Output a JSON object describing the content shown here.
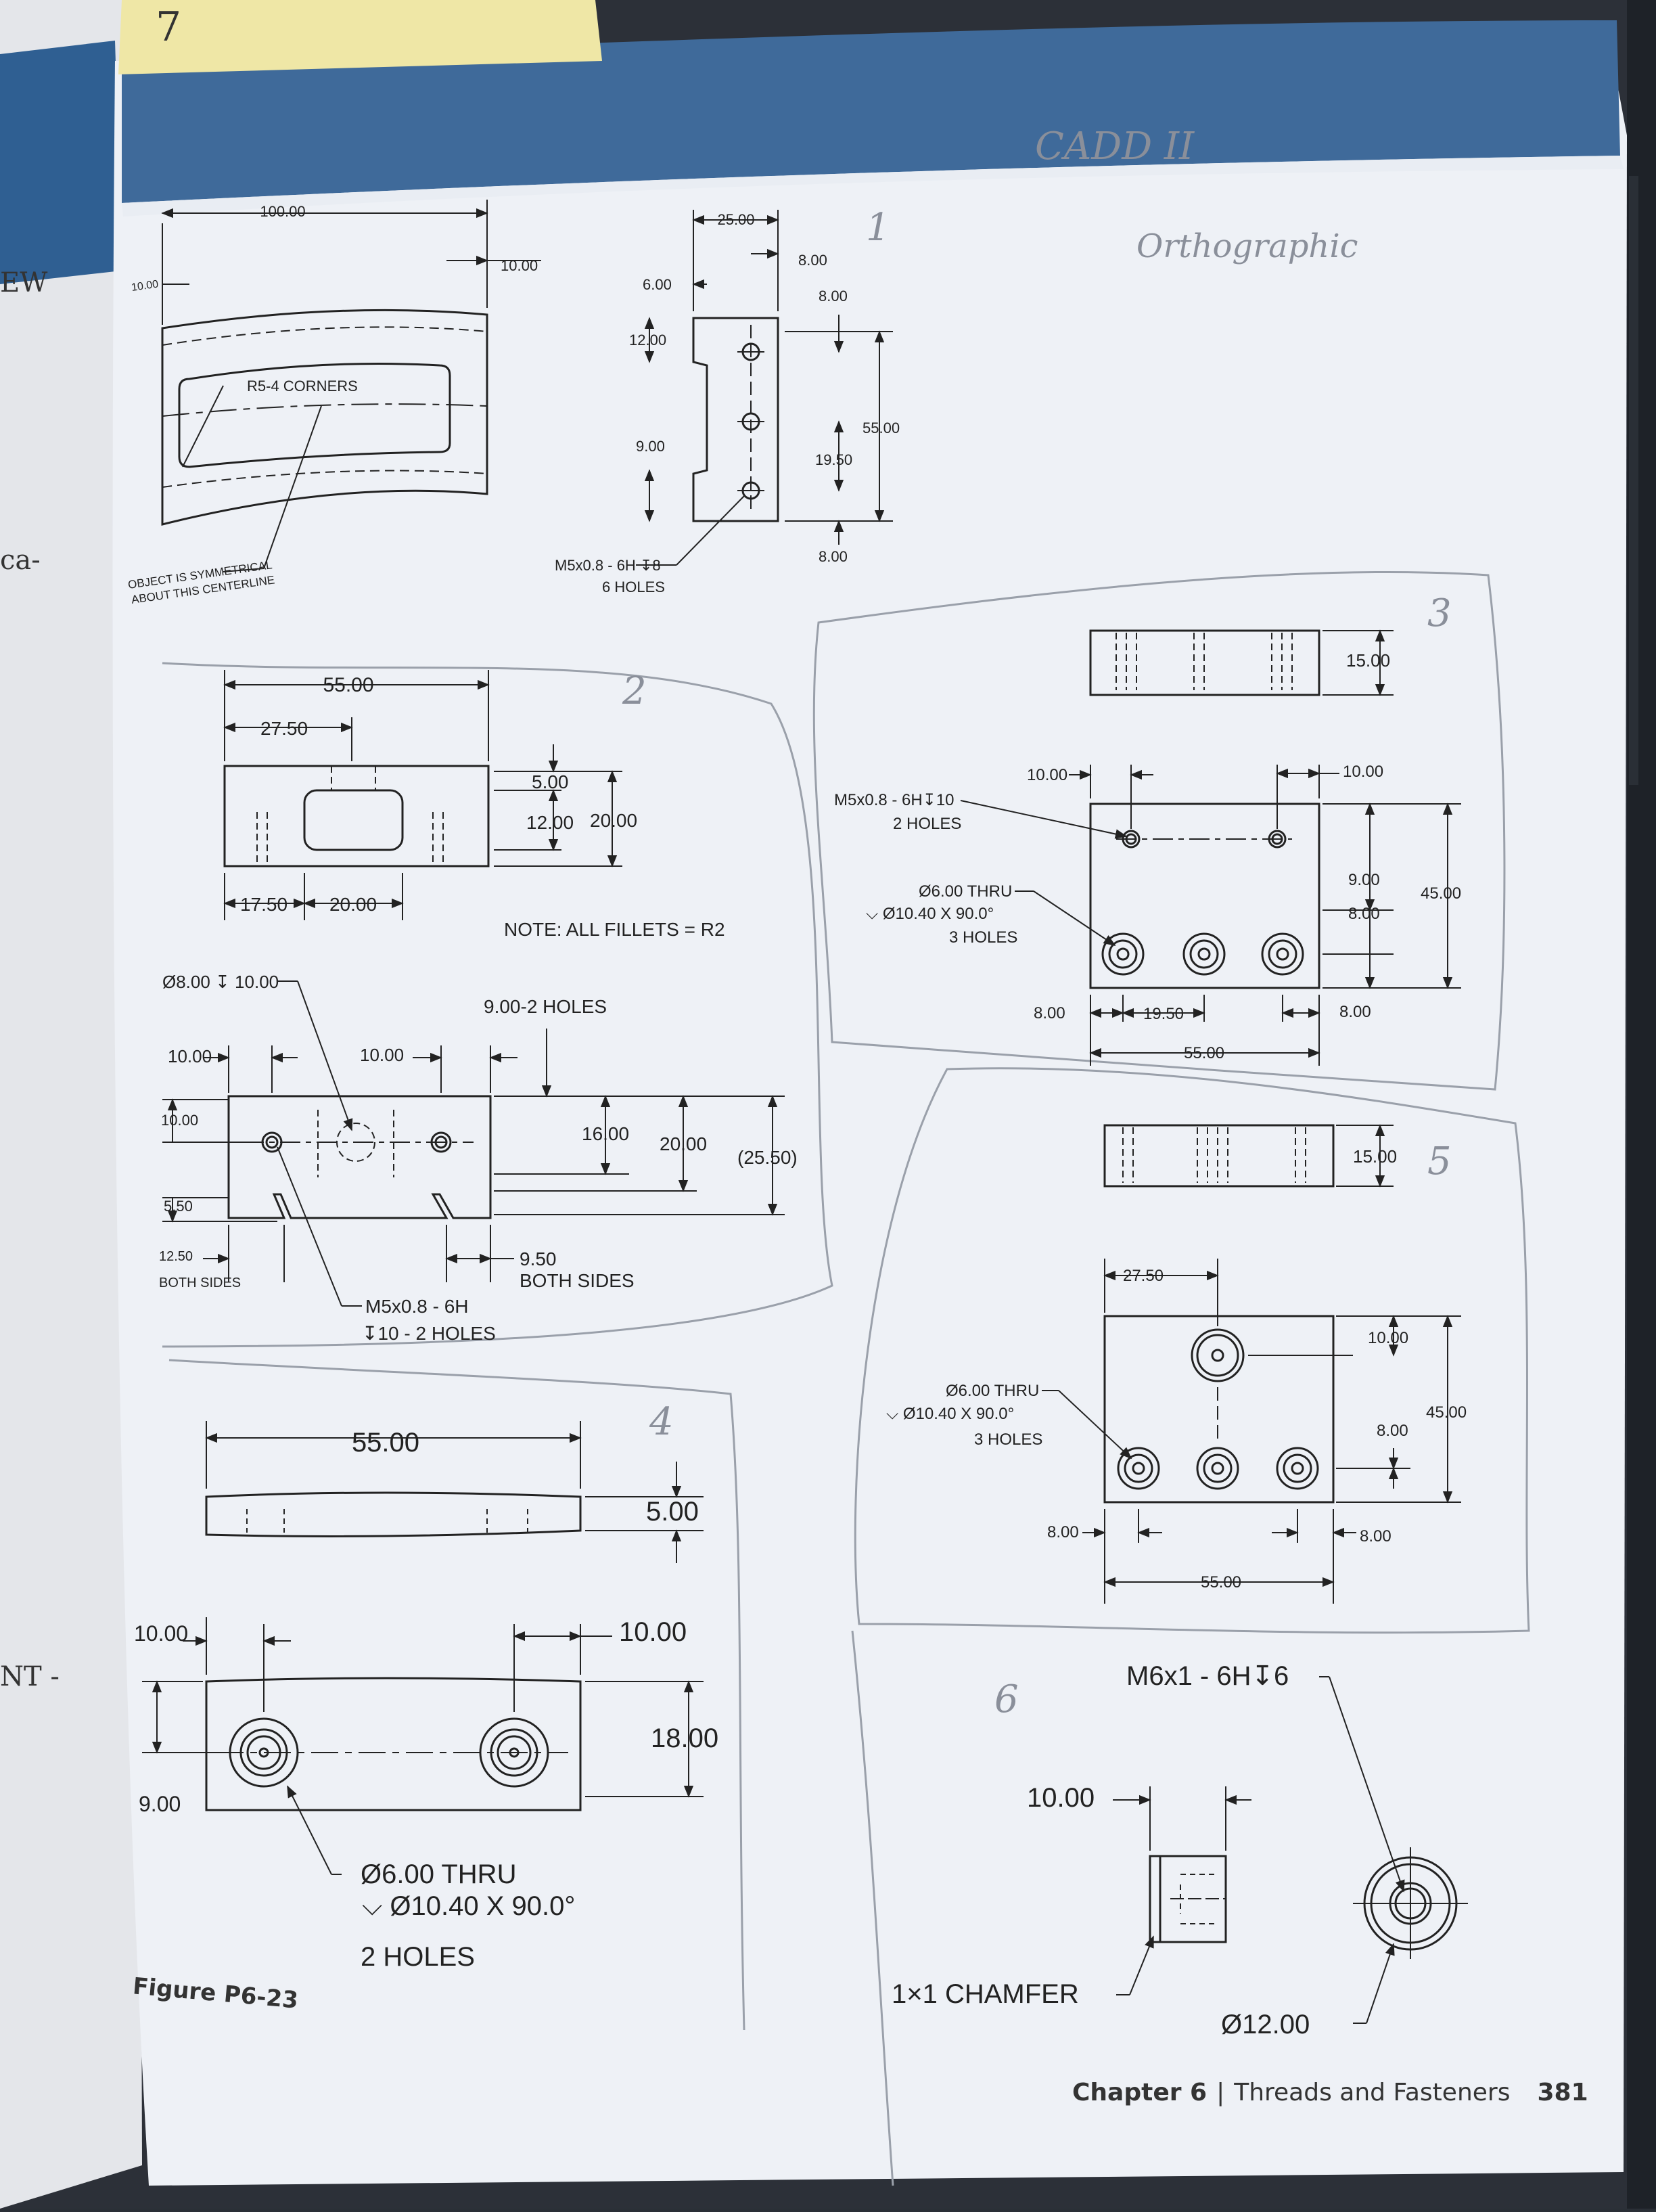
{
  "page": {
    "chapter_label": "Chapter 6",
    "chapter_title": "Threads and Fasteners",
    "page_number": "381",
    "figure_label": "Figure P6-23",
    "tab_note": "7",
    "left_page_fragments": [
      "EW",
      "ca-",
      "NT -"
    ]
  },
  "handwriting": {
    "header": "CADD II",
    "subtitle": "Orthographic",
    "part_numbers": [
      "1",
      "2",
      "3",
      "4",
      "5",
      "6"
    ]
  },
  "parts": {
    "part1": {
      "top_view": {
        "dims": [
          "100.00",
          "10.00",
          "10.00"
        ],
        "corner_note": "R5-4 CORNERS",
        "sym_note_1": "OBJECT IS SYMMETRICAL",
        "sym_note_2": "ABOUT THIS CENTERLINE"
      },
      "side_view": {
        "dims": [
          "25.00",
          "8.00",
          "6.00",
          "8.00",
          "12.00",
          "55.00",
          "9.00",
          "19.50",
          "8.00"
        ],
        "thread_note_1": "M5x0.8 - 6H ↧8",
        "thread_note_2": "6 HOLES"
      }
    },
    "part2": {
      "top_view_dims": [
        "55.00",
        "27.50",
        "5.00",
        "12.00",
        "20.00",
        "17.50",
        "20.00"
      ],
      "fillet_note": "NOTE: ALL FILLETS = R2",
      "front_view": {
        "cbore_note": "Ø8.00 ↧ 10.00",
        "holes_note": "9.00-2 HOLES",
        "dims": [
          "10.00",
          "10.00",
          "10.00",
          "16.00",
          "20.00",
          "(25.50)",
          "5.50",
          "12.50",
          "9.50"
        ],
        "both_sides": "BOTH SIDES",
        "thread_note_1": "M5x0.8 - 6H",
        "thread_note_2": "↧10 - 2 HOLES"
      }
    },
    "part3": {
      "top_view_dims": [
        "15.00"
      ],
      "front_view": {
        "dims": [
          "10.00",
          "10.00",
          "9.00",
          "8.00",
          "45.00",
          "8.00",
          "19.50",
          "8.00",
          "55.00"
        ],
        "thread_note_1": "M5x0.8 - 6H↧10",
        "thread_note_2": "2 HOLES",
        "csk_note_1": "Ø6.00 THRU",
        "csk_note_2": "⌵ Ø10.40 X 90.0°",
        "csk_note_3": "3 HOLES"
      }
    },
    "part4": {
      "top_view_dims": [
        "55.00",
        "5.00"
      ],
      "front_view": {
        "dims": [
          "10.00",
          "10.00",
          "18.00",
          "9.00"
        ],
        "csk_note_1": "Ø6.00 THRU",
        "csk_note_2": "⌵ Ø10.40 X 90.0°",
        "csk_note_3": "2 HOLES"
      }
    },
    "part5": {
      "top_view_dims": [
        "15.00"
      ],
      "front_view": {
        "dims": [
          "27.50",
          "10.00",
          "45.00",
          "8.00",
          "8.00",
          "8.00",
          "55.00"
        ],
        "csk_note_1": "Ø6.00 THRU",
        "csk_note_2": "⌵ Ø10.40 X 90.0°",
        "csk_note_3": "3 HOLES"
      }
    },
    "part6": {
      "thread_note": "M6x1 - 6H↧6",
      "length": "10.00",
      "chamfer_note": "1×1 CHAMFER",
      "diameter": "Ø12.00"
    }
  },
  "colors": {
    "paper": "#eef1f6",
    "header_band": "#3f6a9a",
    "ink": "#222222",
    "pencil": "#8a8f9a",
    "tab_yellow": "#efe7a6"
  }
}
